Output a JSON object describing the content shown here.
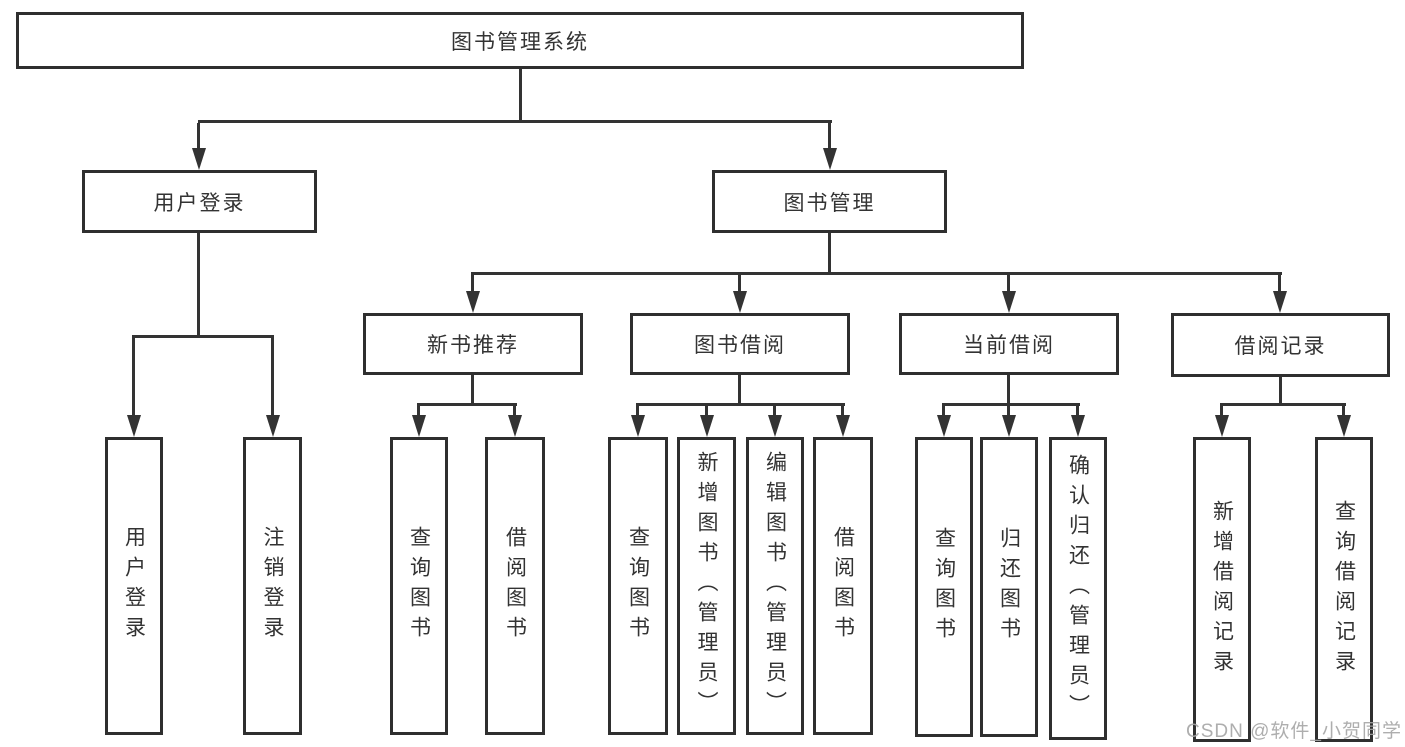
{
  "colors": {
    "line": "#333333",
    "box_border": "#2f2f2f",
    "text": "#333333",
    "watermark": "#a5a5a5",
    "background": "#ffffff"
  },
  "watermark": {
    "text": "CSDN @软件_小贺同学"
  },
  "tree": {
    "root": {
      "label": "图书管理系统"
    },
    "children": [
      {
        "label": "用户登录",
        "children": [
          {
            "label": "用户登录"
          },
          {
            "label": "注销登录"
          }
        ]
      },
      {
        "label": "图书管理",
        "children": [
          {
            "label": "新书推荐",
            "children": [
              {
                "label": "查询图书"
              },
              {
                "label": "借阅图书"
              }
            ]
          },
          {
            "label": "图书借阅",
            "children": [
              {
                "label": "查询图书"
              },
              {
                "label": "新增图书（管理员）"
              },
              {
                "label": "编辑图书（管理员）"
              },
              {
                "label": "借阅图书"
              }
            ]
          },
          {
            "label": "当前借阅",
            "children": [
              {
                "label": "查询图书"
              },
              {
                "label": "归还图书"
              },
              {
                "label": "确认归还（管理员）"
              }
            ]
          },
          {
            "label": "借阅记录",
            "children": [
              {
                "label": "新增借阅记录"
              },
              {
                "label": "查询借阅记录"
              }
            ]
          }
        ]
      }
    ]
  }
}
